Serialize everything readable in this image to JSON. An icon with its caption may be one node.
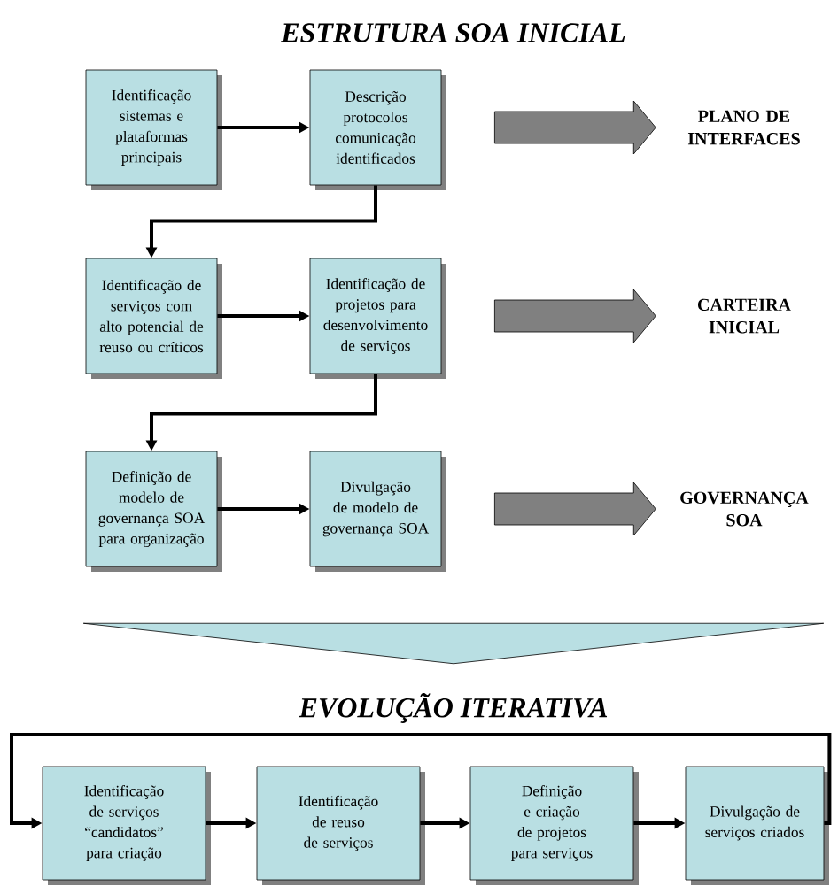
{
  "diagram": {
    "title": "ESTRUTURA SOA INICIAL",
    "nodes": [
      {
        "text": [
          "Identificação sistemas e plataformas principais"
        ]
      },
      {
        "text": [
          "Descrição protocolos comunicação identificados"
        ]
      },
      {
        "text": [
          "Identificação de serviços com alto potencial de reuso ou críticos"
        ]
      },
      {
        "text": [
          "Identificação de projetos para desenvolvimento de serviços"
        ]
      },
      {
        "text": [
          "Definição de modelo de governança SOA para organização"
        ]
      },
      {
        "text": [
          "Divulgação de modelo de governança SOA"
        ]
      },
      {
        "text": [
          "PLANO DE INTERFACES"
        ]
      },
      {
        "text": [
          "CARTEIRA INICIAL"
        ]
      },
      {
        "text": [
          "GOVERNANÇA SOA"
        ]
      },
      {
        "text": [],
        "shape": "triangle"
      },
      {
        "text": [
          "Identificação de serviços “candidatos” para criação"
        ]
      },
      {
        "text": [
          "Identificação de reuso de serviços"
        ]
      },
      {
        "text": [
          "Definição e criação de projetos para serviços"
        ]
      },
      {
        "text": [
          "Divulgação de serviços criados"
        ]
      }
    ],
    "edges": [
      {
        "from": 0,
        "to": 1,
        "arrow": "to"
      },
      {
        "from": 1,
        "to": 2,
        "arrow": "to"
      },
      {
        "from": 2,
        "to": 3,
        "arrow": "to"
      },
      {
        "from": 3,
        "to": 4,
        "arrow": "to"
      },
      {
        "from": 4,
        "to": 5,
        "arrow": "to"
      },
      {
        "from": 1,
        "to": 6,
        "arrow": "to",
        "style": "thick",
        "color": "#808080"
      },
      {
        "from": 3,
        "to": 7,
        "arrow": "to",
        "style": "thick",
        "color": "#808080"
      },
      {
        "from": 5,
        "to": 8,
        "arrow": "to",
        "style": "thick",
        "color": "#808080"
      },
      {
        "from": 10,
        "to": 11,
        "arrow": "to"
      },
      {
        "from": 11,
        "to": 12,
        "arrow": "to"
      },
      {
        "from": 12,
        "to": 13,
        "arrow": "to"
      },
      {
        "from": 13,
        "to": 10,
        "arrow": "to"
      }
    ],
    "labels": [
      "EVOLUÇÃO ITERATIVA"
    ]
  }
}
